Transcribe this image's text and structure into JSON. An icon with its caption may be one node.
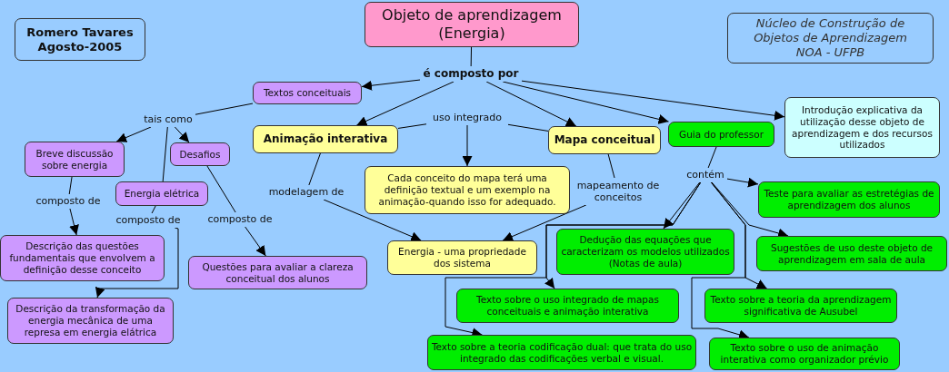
{
  "diagram": {
    "nodes": [
      {
        "text": [
          "Romero Tavares Agosto-2005"
        ]
      },
      {
        "text": [
          "Objeto de aprendizagem (Energia)"
        ]
      },
      {
        "text": [
          "Núcleo de Construção de Objetos de Aprendizagem NOA - UFPB"
        ]
      },
      {
        "text": [
          "é composto por"
        ]
      },
      {
        "text": [
          "Textos conceituais"
        ]
      },
      {
        "text": [
          "Animação interativa"
        ]
      },
      {
        "text": [
          "uso integrado"
        ]
      },
      {
        "text": [
          "Mapa conceitual"
        ]
      },
      {
        "text": [
          "Guia do professor"
        ]
      },
      {
        "text": [
          "Introdução explicativa da utilização desse objeto de aprendizagem e dos recursos utilizados"
        ]
      },
      {
        "text": [
          "tais como"
        ]
      },
      {
        "text": [
          "Breve discussão sobre energia"
        ]
      },
      {
        "text": [
          "Desafios"
        ]
      },
      {
        "text": [
          "Energia elétrica"
        ]
      },
      {
        "text": [
          "Cada conceito do mapa terá uma definição textual e um exemplo na animação-quando isso for adequado."
        ]
      },
      {
        "text": [
          "modelagem de"
        ]
      },
      {
        "text": [
          "mapeamento de conceitos"
        ]
      },
      {
        "text": [
          "contém"
        ]
      },
      {
        "text": [
          "composto de"
        ]
      },
      {
        "text": [
          "composto de"
        ]
      },
      {
        "text": [
          "composto de"
        ]
      },
      {
        "text": [
          "Teste para avaliar as estretégias de aprendizagem dos alunos"
        ]
      },
      {
        "text": [
          "Energia - uma propriedade dos sistema"
        ]
      },
      {
        "text": [
          "Dedução das equações que caracterizam os modelos utilizados (Notas de aula)"
        ]
      },
      {
        "text": [
          "Sugestões de uso deste objeto de aprendizagem em sala de aula"
        ]
      },
      {
        "text": [
          "Descrição das questões fundamentais que envolvem a definição desse conceito"
        ]
      },
      {
        "text": [
          "Questões para avaliar a clareza conceitual dos alunos"
        ]
      },
      {
        "text": [
          "Texto sobre o uso integrado de mapas conceituais e animação interativa"
        ]
      },
      {
        "text": [
          "Texto sobre a teoria da aprendizagem significativa de Ausubel"
        ]
      },
      {
        "text": [
          "Descrição da transformação da energia mecânica de uma represa em energia elátrica"
        ]
      },
      {
        "text": [
          "Texto sobre a teoria codificação dual: que trata do uso integrado das codificações verbal e visual."
        ]
      },
      {
        "text": [
          "Texto sobre o uso de animação interativa como organizador prévio"
        ]
      }
    ],
    "edges": [
      {
        "from": 1,
        "to": 3,
        "arrow": "none"
      },
      {
        "from": 3,
        "to": 4,
        "arrow": "to"
      },
      {
        "from": 3,
        "to": 5,
        "arrow": "to"
      },
      {
        "from": 3,
        "to": 7,
        "arrow": "to"
      },
      {
        "from": 3,
        "to": 8,
        "arrow": "to"
      },
      {
        "from": 3,
        "to": 9,
        "arrow": "to"
      },
      {
        "from": 4,
        "to": 10,
        "arrow": "none"
      },
      {
        "from": 10,
        "to": 11,
        "arrow": "to"
      },
      {
        "from": 10,
        "to": 12,
        "arrow": "to"
      },
      {
        "from": 13,
        "to": 10,
        "arrow": "none"
      },
      {
        "from": 11,
        "to": 18,
        "arrow": "none"
      },
      {
        "from": 18,
        "to": 25,
        "arrow": "to"
      },
      {
        "from": 13,
        "to": 19,
        "arrow": "none"
      },
      {
        "from": 19,
        "to": 29,
        "arrow": "to"
      },
      {
        "from": 12,
        "to": 20,
        "arrow": "none"
      },
      {
        "from": 20,
        "to": 26,
        "arrow": "to"
      },
      {
        "from": 5,
        "to": 6,
        "arrow": "none"
      },
      {
        "from": 6,
        "to": 7,
        "arrow": "none"
      },
      {
        "from": 6,
        "to": 14,
        "arrow": "to"
      },
      {
        "from": 5,
        "to": 15,
        "arrow": "none"
      },
      {
        "from": 15,
        "to": 22,
        "arrow": "to"
      },
      {
        "from": 7,
        "to": 16,
        "arrow": "none"
      },
      {
        "from": 16,
        "to": 22,
        "arrow": "to"
      },
      {
        "from": 8,
        "to": 17,
        "arrow": "none"
      },
      {
        "from": 17,
        "to": 21,
        "arrow": "to"
      },
      {
        "from": 17,
        "to": 24,
        "arrow": "to"
      },
      {
        "from": 17,
        "to": 23,
        "arrow": "to"
      },
      {
        "from": 17,
        "to": 27,
        "arrow": "to"
      },
      {
        "from": 17,
        "to": 30,
        "arrow": "to"
      },
      {
        "from": 17,
        "to": 28,
        "arrow": "to"
      },
      {
        "from": 17,
        "to": 31,
        "arrow": "to"
      }
    ]
  }
}
